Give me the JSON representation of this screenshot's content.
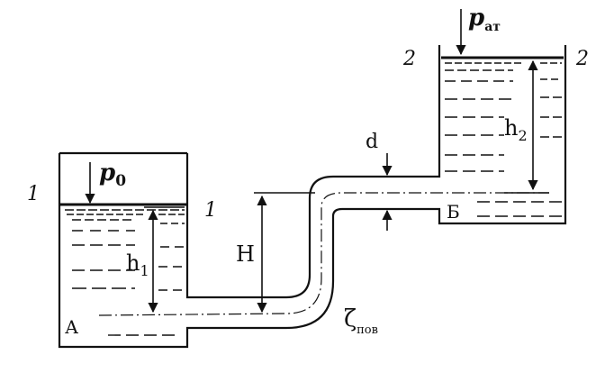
{
  "labels": {
    "section_left_a": "1",
    "section_left_b": "1",
    "section_right_a": "2",
    "section_right_b": "2",
    "p0_letter": "p",
    "p0_sub": "0",
    "pat_letter": "p",
    "pat_sub": "ат",
    "h1_letter": "h",
    "h1_sub": "1",
    "h2_letter": "h",
    "h2_sub": "2",
    "H": "H",
    "d": "d",
    "point_a": "А",
    "point_b": "Б",
    "zeta_letter": "ζ",
    "zeta_sub": "пов"
  },
  "colors": {
    "ink": "#111111",
    "paper": "#ffffff"
  }
}
